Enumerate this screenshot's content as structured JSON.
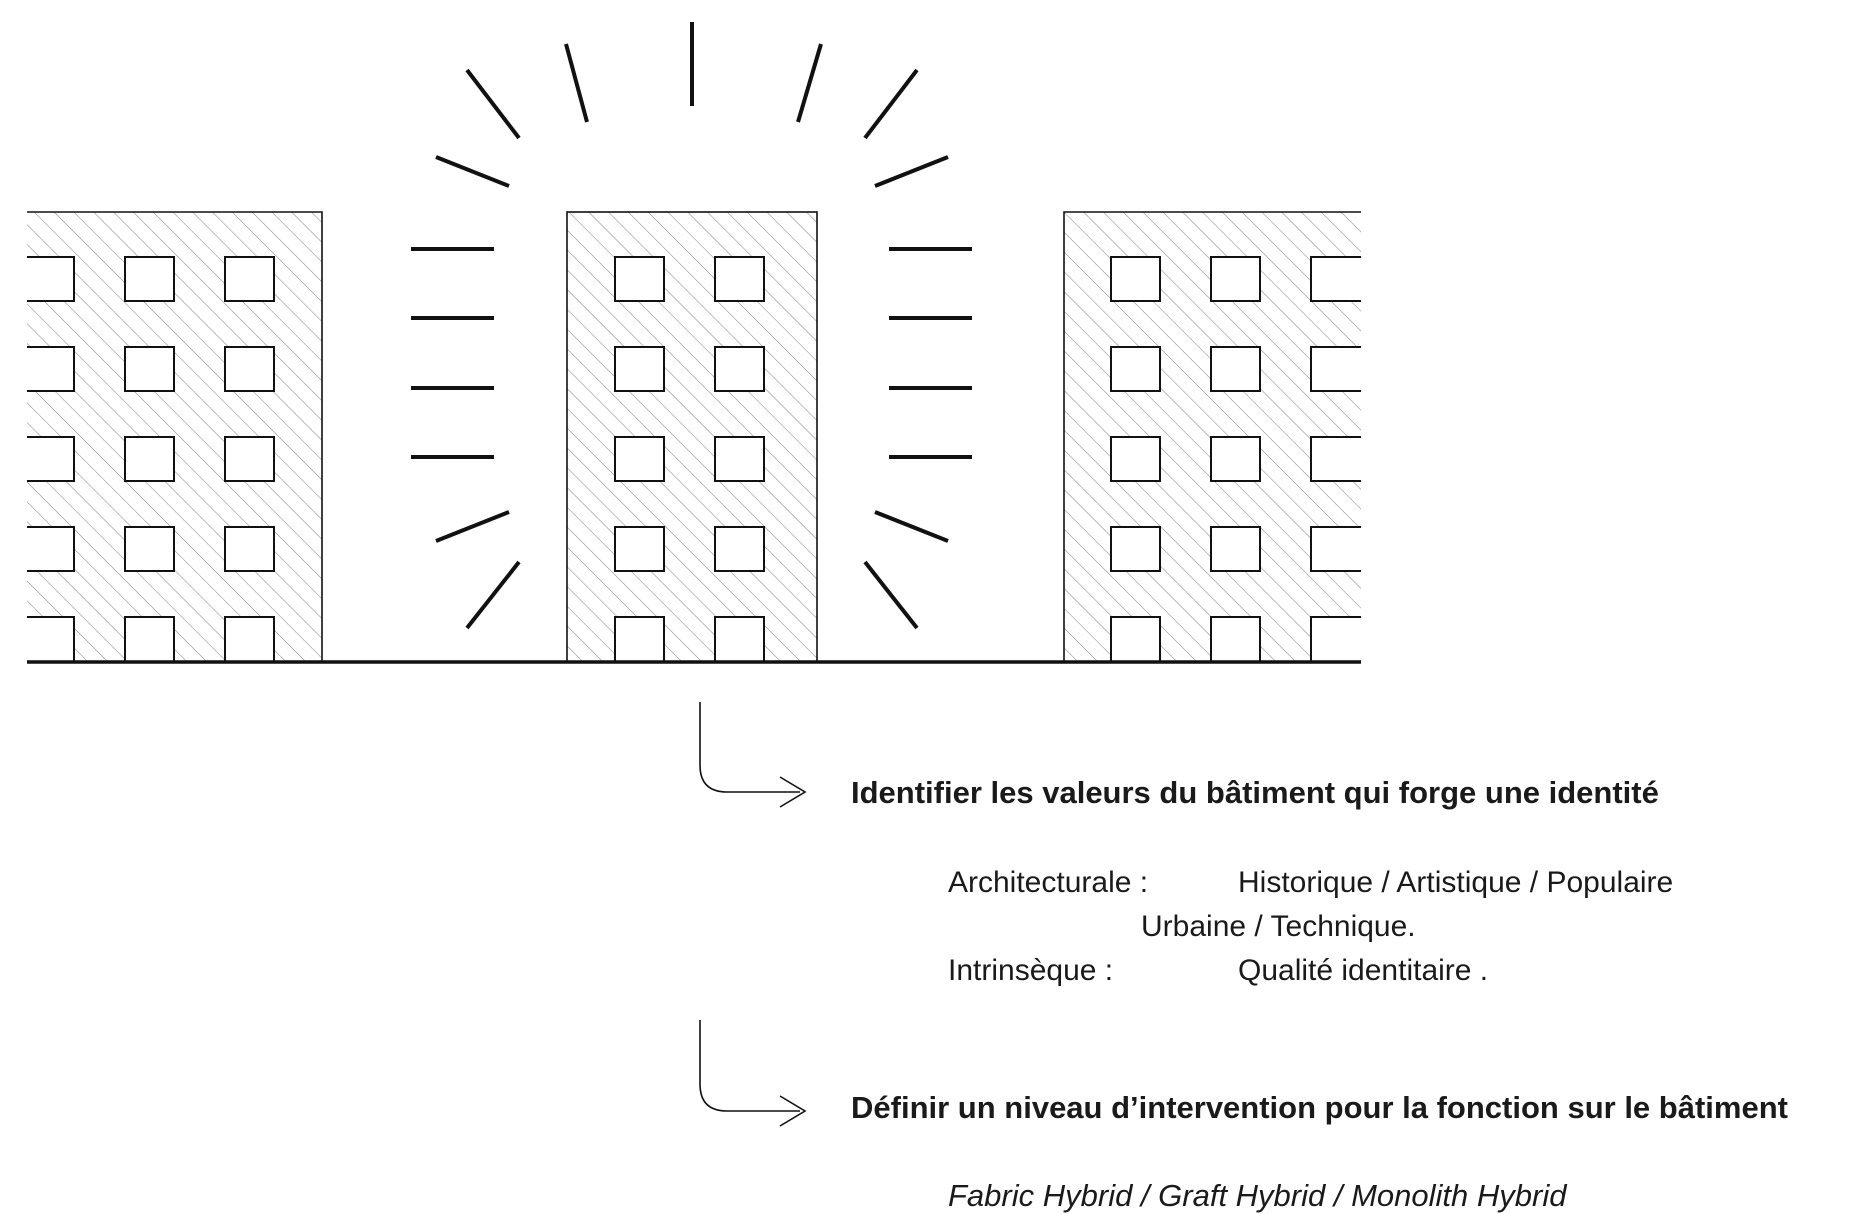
{
  "colors": {
    "ink": "#111111",
    "hatch": "#8a8a8a",
    "background": "#ffffff"
  },
  "heading_1": "Identifier les valeurs du bâtiment qui forge une identité",
  "values_list": {
    "architecturale_label": "Architecturale :",
    "architecturale_values_line1": "Historique / Artistique / Populaire",
    "architecturale_values_line2": "Urbaine / Technique.",
    "intrinseque_label": "Intrinsèque :",
    "intrinseque_value": "Qualité identitaire ."
  },
  "heading_2": "Définir un niveau d’intervention pour la fonction sur le bâtiment",
  "hybrid_types": "Fabric Hybrid / Graft Hybrid / Monolith Hybrid"
}
